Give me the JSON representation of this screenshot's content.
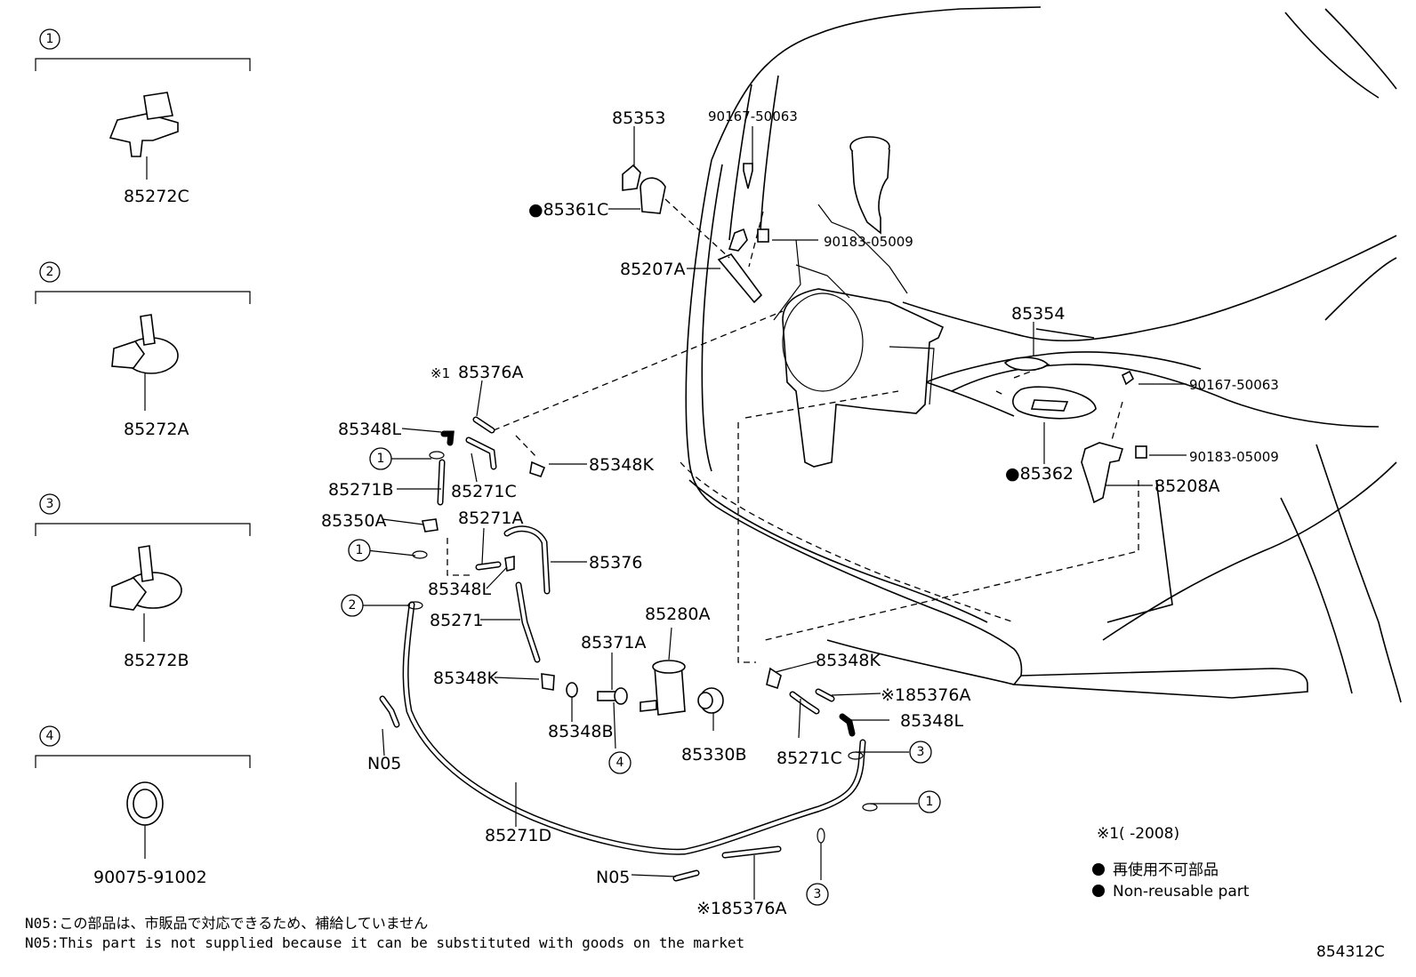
{
  "clip_groups": [
    {
      "marker": "1",
      "part": "85272C"
    },
    {
      "marker": "2",
      "part": "85272A"
    },
    {
      "marker": "3",
      "part": "85272B"
    },
    {
      "marker": "4",
      "part": "90075-91002"
    }
  ],
  "labels": {
    "p85353": "85353",
    "p90167_top": "90167-50063",
    "p85361C": "●85361C",
    "p90183_top": "90183-05009",
    "p85207A": "85207A",
    "p85354": "85354",
    "p90167_right": "90167-50063",
    "p90183_right": "90183-05009",
    "p85362": "●85362",
    "p85208A": "85208A",
    "p85376A_top": "85376A",
    "p85376A_top_mark": "※1",
    "p85348L_a": "85348L",
    "p85271B": "85271B",
    "p85271C_a": "85271C",
    "p85348K_a": "85348K",
    "p85350A": "85350A",
    "p85271A": "85271A",
    "p85376": "85376",
    "p85348L_b": "85348L",
    "p85271": "85271",
    "p85280A": "85280A",
    "p85371A": "85371A",
    "p85348K_b": "85348K",
    "p85348B": "85348B",
    "p85330B": "85330B",
    "p85348K_c": "85348K",
    "p85376A_mid": "※185376A",
    "p85348L_c": "85348L",
    "p85271C_b": "85271C",
    "pN05_a": "N05",
    "p85271D": "85271D",
    "pN05_b": "N05",
    "p85376A_bottom": "※185376A"
  },
  "circle_markers": {
    "m1a": "1",
    "m1b": "1",
    "m2": "2",
    "m4": "4",
    "m3a": "3",
    "m1c": "1",
    "m3b": "3"
  },
  "legend": {
    "footnote": "※1(      -2008)",
    "jp": "再使用不可部品",
    "en": "Non-reusable part"
  },
  "notes": {
    "jp": "N05:この部品は、市販品で対応できるため、補給していません",
    "en": "N05:This part is not supplied because it can be substituted with goods on the market"
  },
  "diagram_id": "854312C"
}
